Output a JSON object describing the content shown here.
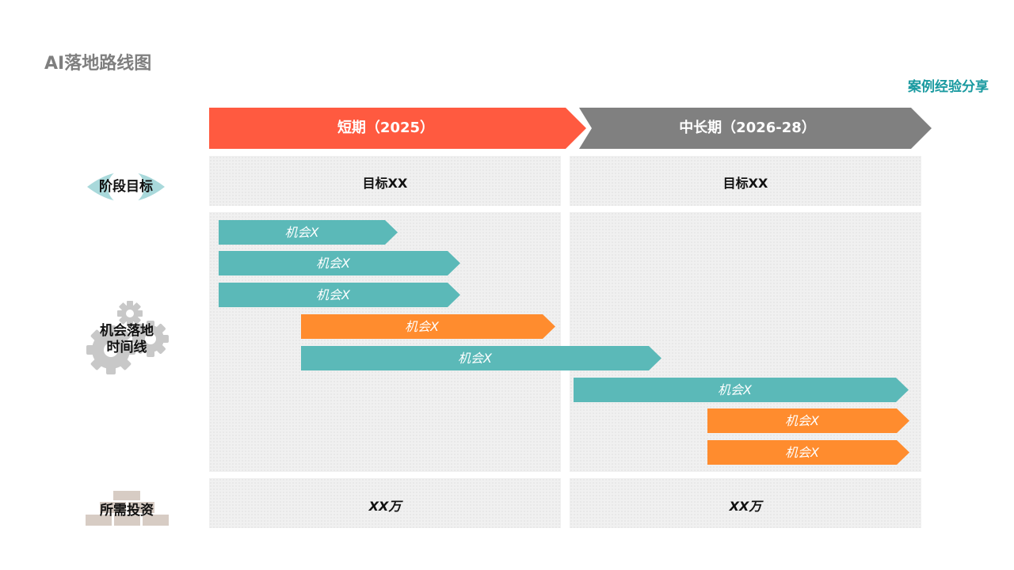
{
  "title": "AI落地路线图",
  "subtitle": "案例经验分享",
  "phases": [
    {
      "label": "短期（2025）",
      "color": "#ff5a40"
    },
    {
      "label": "中长期（2026-28）",
      "color": "#808080"
    }
  ],
  "rows": {
    "goal": {
      "label": "阶段目标",
      "cells": [
        "目标XX",
        "目标XX"
      ]
    },
    "timeline": {
      "label_line1": "机会落地",
      "label_line2": "时间线"
    },
    "investment": {
      "label": "所需投资",
      "cells": [
        "XX万",
        "XX万"
      ]
    }
  },
  "opportunities": [
    {
      "label": "机会X",
      "color": "teal"
    },
    {
      "label": "机会X",
      "color": "teal"
    },
    {
      "label": "机会X",
      "color": "teal"
    },
    {
      "label": "机会X",
      "color": "orange"
    },
    {
      "label": "机会X",
      "color": "teal"
    },
    {
      "label": "机会X",
      "color": "teal"
    },
    {
      "label": "机会X",
      "color": "orange"
    },
    {
      "label": "机会X",
      "color": "orange"
    }
  ],
  "colors": {
    "teal": "#5bb9b8",
    "orange": "#ff8c2e",
    "title_gray": "#7f7f7f",
    "subtitle_teal": "#1a9aa0"
  },
  "icons": [
    "eye-icon",
    "gears-icon",
    "bricks-icon"
  ]
}
